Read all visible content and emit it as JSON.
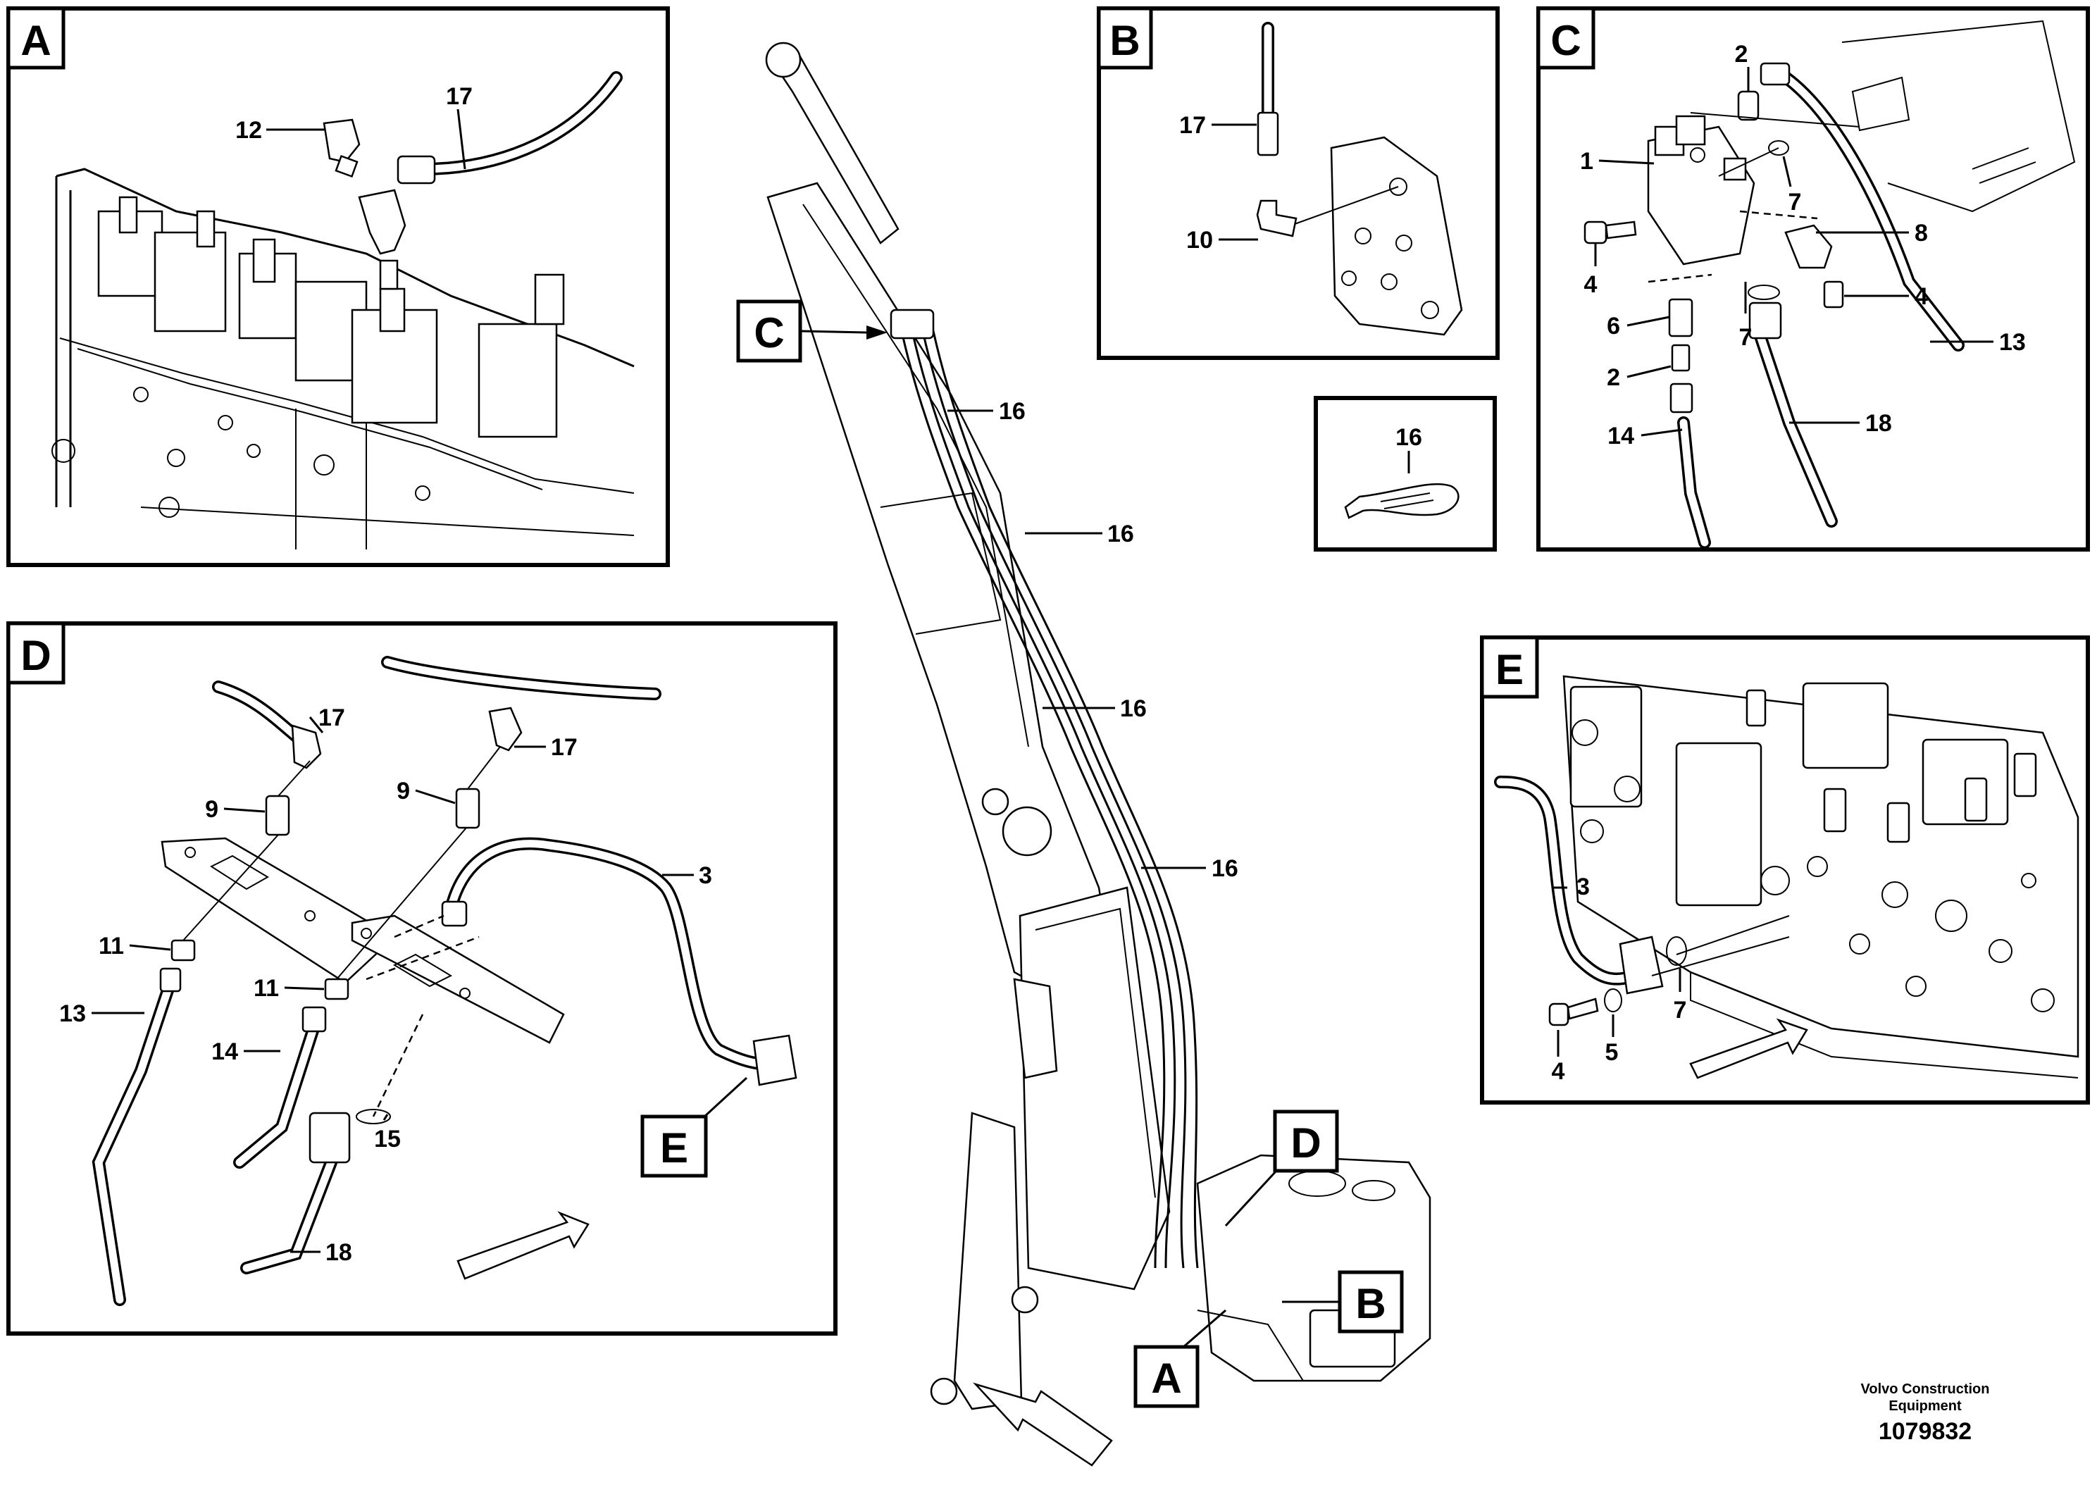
{
  "panels": {
    "A": {
      "tag": "A",
      "callouts": {
        "c12": "12",
        "c17": "17"
      }
    },
    "B": {
      "tag": "B",
      "callouts": {
        "c17": "17",
        "c10": "10"
      }
    },
    "C": {
      "tag": "C",
      "callouts": {
        "c2a": "2",
        "c1": "1",
        "c7a": "7",
        "c8": "8",
        "c4a": "4",
        "c4b": "4",
        "c6": "6",
        "c7b": "7",
        "c13": "13",
        "c2b": "2",
        "c14": "14",
        "c18": "18"
      }
    },
    "D": {
      "tag": "D",
      "callouts": {
        "c17a": "17",
        "c17b": "17",
        "c9a": "9",
        "c9b": "9",
        "c3": "3",
        "c11a": "11",
        "c11b": "11",
        "c13": "13",
        "c14": "14",
        "c15": "15",
        "c18": "18",
        "refE": "E"
      }
    },
    "E": {
      "tag": "E",
      "callouts": {
        "c3": "3",
        "c4": "4",
        "c5": "5",
        "c7": "7"
      }
    },
    "tie": {
      "callout": "16"
    }
  },
  "main": {
    "tags": {
      "C": "C",
      "D": "D",
      "B": "B",
      "A": "A"
    },
    "callouts": {
      "t1": "16",
      "t2": "16",
      "t3": "16",
      "t4": "16"
    }
  },
  "footer": {
    "company_line1": "Volvo Construction",
    "company_line2": "Equipment",
    "drawing_number": "1079832"
  }
}
